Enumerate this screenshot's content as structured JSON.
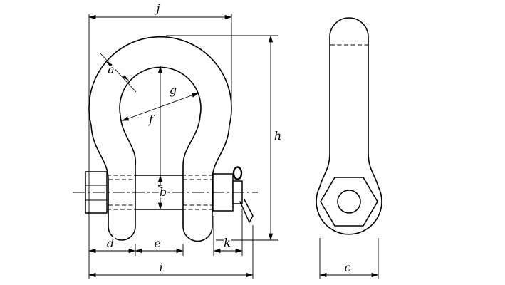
{
  "colors": {
    "background": "#ffffff",
    "line": "#000000"
  },
  "labels": {
    "j": "j",
    "a": "a",
    "g": "g",
    "f": "f",
    "h": "h",
    "b": "b",
    "d": "d",
    "e": "e",
    "k": "k",
    "i": "i",
    "c": "c"
  }
}
